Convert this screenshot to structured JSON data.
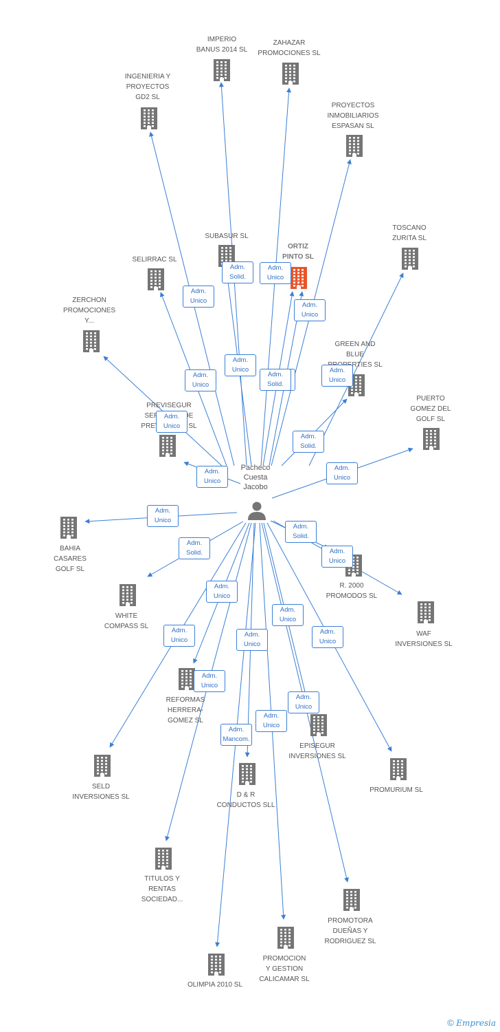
{
  "colors": {
    "edge": "#3a7fd5",
    "building": "#757575",
    "focus_building": "#e8552a",
    "person": "#757575"
  },
  "person": {
    "label": "Pacheco\nCuesta\nJacobo",
    "icon": "person-icon"
  },
  "nodes": [
    {
      "id": "imperio",
      "label": "IMPERIO\nBANUS 2014  SL",
      "icon": "building-icon"
    },
    {
      "id": "zahazar",
      "label": "ZAHAZAR\nPROMOCIONES SL",
      "icon": "building-icon"
    },
    {
      "id": "ingenieria",
      "label": "INGENIERIA Y\nPROYECTOS\nGD2 SL",
      "icon": "building-icon"
    },
    {
      "id": "espasan",
      "label": "PROYECTOS\nINMOBILIARIOS\nESPASAN SL",
      "icon": "building-icon"
    },
    {
      "id": "toscano",
      "label": "TOSCANO\nZURITA SL",
      "icon": "building-icon"
    },
    {
      "id": "subasur",
      "label": "SUBASUR SL",
      "icon": "building-icon"
    },
    {
      "id": "ortiz",
      "label": "ORTIZ\nPINTO SL",
      "icon": "building-icon",
      "focus": true
    },
    {
      "id": "selirrac",
      "label": "SELIRRAC SL",
      "icon": "building-icon"
    },
    {
      "id": "zerchon",
      "label": "ZERCHON\nPROMOCIONES\nY...",
      "icon": "building-icon"
    },
    {
      "id": "greenblue",
      "label": "GREEN AND\nBLUE\nPROPERTIES SL",
      "icon": "building-icon"
    },
    {
      "id": "puerto",
      "label": "PUERTO\nGOMEZ DEL\nGOLF SL",
      "icon": "building-icon"
    },
    {
      "id": "prevsegur",
      "label": "PREVISEGUR\nSERVICIOS DE\nPREVENCION SL",
      "icon": "building-icon"
    },
    {
      "id": "bahia",
      "label": "BAHIA\nCASARES\nGOLF SL",
      "icon": "building-icon"
    },
    {
      "id": "r2000",
      "label": "R.  2000\nPROMODOS SL",
      "icon": "building-icon"
    },
    {
      "id": "white",
      "label": "WHITE\nCOMPASS SL",
      "icon": "building-icon"
    },
    {
      "id": "waf",
      "label": "WAF\nINVERSIONES SL",
      "icon": "building-icon"
    },
    {
      "id": "reformas",
      "label": "REFORMAS\nHERRERA-\nGOMEZ SL",
      "icon": "building-icon"
    },
    {
      "id": "episegur",
      "label": "EPISEGUR\nINVERSIONES SL",
      "icon": "building-icon"
    },
    {
      "id": "seld",
      "label": "SELD\nINVERSIONES SL",
      "icon": "building-icon"
    },
    {
      "id": "dyr",
      "label": "D & R\nCONDUCTOS SLL",
      "icon": "building-icon"
    },
    {
      "id": "promurium",
      "label": "PROMURIUM SL",
      "icon": "building-icon"
    },
    {
      "id": "titulos",
      "label": "TITULOS Y\nRENTAS\nSOCIEDAD...",
      "icon": "building-icon"
    },
    {
      "id": "promotora",
      "label": "PROMOTORA\nDUEÑAS Y\nRODRIGUEZ SL",
      "icon": "building-icon"
    },
    {
      "id": "promocion",
      "label": "PROMOCION\nY GESTION\nCALICAMAR SL",
      "icon": "building-icon"
    },
    {
      "id": "olimpia",
      "label": "OLIMPIA 2010 SL",
      "icon": "building-icon"
    }
  ],
  "edges": [
    {
      "to": "imperio",
      "role": "Adm.\nSolid."
    },
    {
      "to": "zahazar",
      "role": "Adm.\nUnico"
    },
    {
      "to": "ingenieria",
      "role": "Adm.\nUnico"
    },
    {
      "to": "espasan",
      "role": "Adm.\nUnico"
    },
    {
      "to": "toscano",
      "role": "Adm.\nUnico"
    },
    {
      "to": "subasur",
      "role": "Adm.\nUnico"
    },
    {
      "to": "ortiz",
      "role": "Adm.\nSolid."
    },
    {
      "to": "ortiz",
      "role": "Adm.\nUnico"
    },
    {
      "to": "selirrac",
      "role": "Adm.\nUnico"
    },
    {
      "to": "zerchon",
      "role": "Adm.\nUnico"
    },
    {
      "to": "greenblue",
      "role": "Adm.\nSolid."
    },
    {
      "to": "puerto",
      "role": "Adm.\nUnico"
    },
    {
      "to": "prevsegur",
      "role": "Adm.\nUnico"
    },
    {
      "to": "bahia",
      "role": "Adm.\nUnico"
    },
    {
      "to": "r2000",
      "role": "Adm.\nSolid."
    },
    {
      "to": "waf",
      "role": "Adm.\nUnico"
    },
    {
      "to": "white",
      "role": "Adm.\nSolid."
    },
    {
      "to": "reformas",
      "role": "Adm.\nUnico"
    },
    {
      "to": "seld",
      "role": "Adm.\nUnico"
    },
    {
      "to": "episegur",
      "role": "Adm.\nUnico"
    },
    {
      "to": "promurium",
      "role": "Adm.\nUnico"
    },
    {
      "to": "dyr",
      "role": "Adm.\nUnico"
    },
    {
      "to": "titulos",
      "role": "Adm.\nUnico"
    },
    {
      "to": "olimpia",
      "role": "Adm.\nMancom."
    },
    {
      "to": "promocion",
      "role": "Adm.\nUnico"
    },
    {
      "to": "promotora",
      "role": "Adm.\nUnico"
    }
  ],
  "footer": {
    "copyright": "©",
    "brand": "Empresia"
  }
}
